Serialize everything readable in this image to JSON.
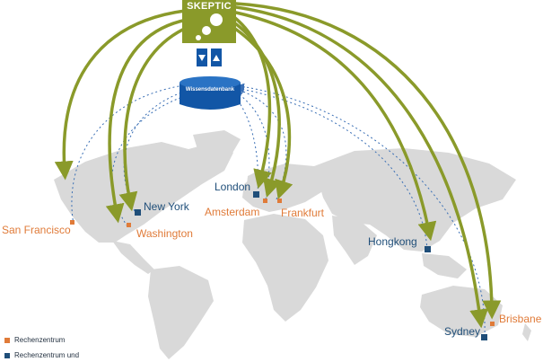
{
  "logo": {
    "text": "SKEPTIC",
    "color": "#8a9a2a"
  },
  "database": {
    "label": "Wissensdatenbank",
    "color": "#1256a6"
  },
  "colors": {
    "arrow": "#8a9a2a",
    "dashed": "#3a6fb5",
    "land": "#d9d9d9",
    "orange": "#e07b39",
    "blue": "#1f4e79"
  },
  "cities": [
    {
      "name": "San Francisco",
      "type": "orange"
    },
    {
      "name": "New York",
      "type": "blue"
    },
    {
      "name": "Washington",
      "type": "orange"
    },
    {
      "name": "London",
      "type": "blue"
    },
    {
      "name": "Amsterdam",
      "type": "orange"
    },
    {
      "name": "Frankfurt",
      "type": "orange"
    },
    {
      "name": "Hongkong",
      "type": "blue"
    },
    {
      "name": "Sydney",
      "type": "blue"
    },
    {
      "name": "Brisbane",
      "type": "orange"
    }
  ],
  "legend": [
    {
      "label": "Rechenzentrum",
      "type": "orange"
    },
    {
      "label": "Rechenzentrum und",
      "type": "blue"
    }
  ]
}
